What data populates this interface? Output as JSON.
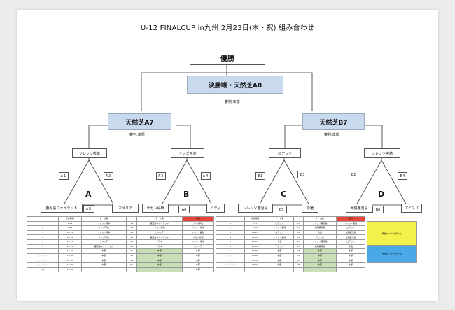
{
  "title": "U-12 FINALCUP in九州 2月23日(木・祝) 組み合わせ",
  "champion": "優勝",
  "final": {
    "label": "決勝戦・天然芝A8",
    "referee": "審判:本部"
  },
  "semis": [
    {
      "label": "天然芝A7",
      "referee": "審判:本部"
    },
    {
      "label": "天然芝B7",
      "referee": "審判:本部"
    }
  ],
  "qualifiers": [
    "ソレッソ熊本",
    "サンズ甲佐",
    "ロアッソ",
    "ソレッソ宮崎"
  ],
  "groups": [
    {
      "letter": "A",
      "left": "A１",
      "right": "A３",
      "bottom": "A５",
      "team_left": "鹿児島ユナイテッド",
      "team_right": "カメリア"
    },
    {
      "letter": "B",
      "left": "A２",
      "right": "A４",
      "bottom": "A6",
      "team_left": "サガン鳥栖",
      "team_right": "バディ"
    },
    {
      "letter": "C",
      "left": "B1",
      "right": "B3",
      "bottom": "B5",
      "team_left": "ソレッソ鹿児島",
      "team_right": "今宿"
    },
    {
      "letter": "D",
      "left": "B2",
      "right": "B4",
      "bottom": "B6",
      "team_left": "太陽鹿児島",
      "team_right": "アビスパ"
    }
  ],
  "schedule": {
    "headers_left": [
      "",
      "試合時間",
      "チーム名",
      "",
      "チーム名",
      "審判"
    ],
    "headers_right": [
      "",
      "試合時間",
      "チーム名",
      "",
      "チーム名",
      "審判"
    ],
    "rows_left": [
      [
        "1",
        "9:15",
        "ソレッソ熊本",
        "VS",
        "鹿児島ユナイテッド",
        "サンズ甲佐"
      ],
      [
        "2",
        "9:45",
        "サンズ甲佐",
        "VS",
        "サガン鳥栖",
        "ソレッソ熊本"
      ],
      [
        "3",
        "10:15",
        "ソレッソ熊本",
        "VS",
        "カメリア",
        "ソレッソ鹿島"
      ],
      [
        "4",
        "10:45",
        "サンズ甲佐",
        "VS",
        "鹿児島ユナイテッド",
        "サガン鳥栖"
      ],
      [
        "5",
        "11:15",
        "カメリア",
        "VS",
        "バディ",
        "ソレッソ熊本"
      ],
      [
        "6",
        "11:45",
        "鹿児島ユナイテッド",
        "VS",
        "バディ",
        "カメリア"
      ],
      [
        "7",
        "12:30",
        "本部",
        "VS",
        "本部",
        "本部"
      ],
      [
        "フレンドリー",
        "13:00",
        "本部",
        "VS",
        "本部",
        "本部"
      ],
      [
        "フレンドリー",
        "13:30",
        "本部",
        "VS",
        "本部",
        "本部"
      ],
      [
        "フレンドリー",
        "14:00",
        "本部",
        "VS",
        "本部",
        "本部"
      ],
      [
        "決勝",
        "15:00",
        "",
        "",
        "",
        "本部"
      ]
    ],
    "rows_right": [
      [
        "1",
        "9:15",
        "ロアッソ",
        "VS",
        "ソレッソ鹿児島",
        "ソレッソ宮崎"
      ],
      [
        "2",
        "9:45",
        "ソレッソ宮崎",
        "VS",
        "太陽鹿児島",
        "ロアッソ"
      ],
      [
        "3",
        "10:15",
        "ロアッソ",
        "VS",
        "今宿",
        "太陽鹿児島"
      ],
      [
        "4",
        "10:45",
        "ソレッソ宮崎",
        "VS",
        "アビスパ",
        "太陽鹿児島"
      ],
      [
        "5",
        "11:15",
        "今宿",
        "VS",
        "ソレッソ鹿児島",
        "ロアッソ"
      ],
      [
        "6",
        "11:45",
        "アビスパ",
        "VS",
        "太陽鹿児島",
        "今宿"
      ],
      [
        "7",
        "12:30",
        "本部",
        "VS",
        "本部",
        "本部"
      ],
      [
        "フレンドリー",
        "13:00",
        "本部",
        "VS",
        "本部",
        "本部"
      ],
      [
        "フレンドリー",
        "13:30",
        "本部",
        "VS",
        "本部",
        "本部"
      ],
      [
        "フレンドリー",
        "14:00",
        "本部",
        "VS",
        "本部",
        "本部"
      ],
      [
        "",
        "",
        "",
        "",
        "",
        ""
      ]
    ],
    "legend": [
      {
        "text": "予選リーグ1位チーム",
        "color": "#f4f04a"
      },
      {
        "text": "予選リーグ2位チーム",
        "color": "#4aa8e6"
      }
    ]
  }
}
